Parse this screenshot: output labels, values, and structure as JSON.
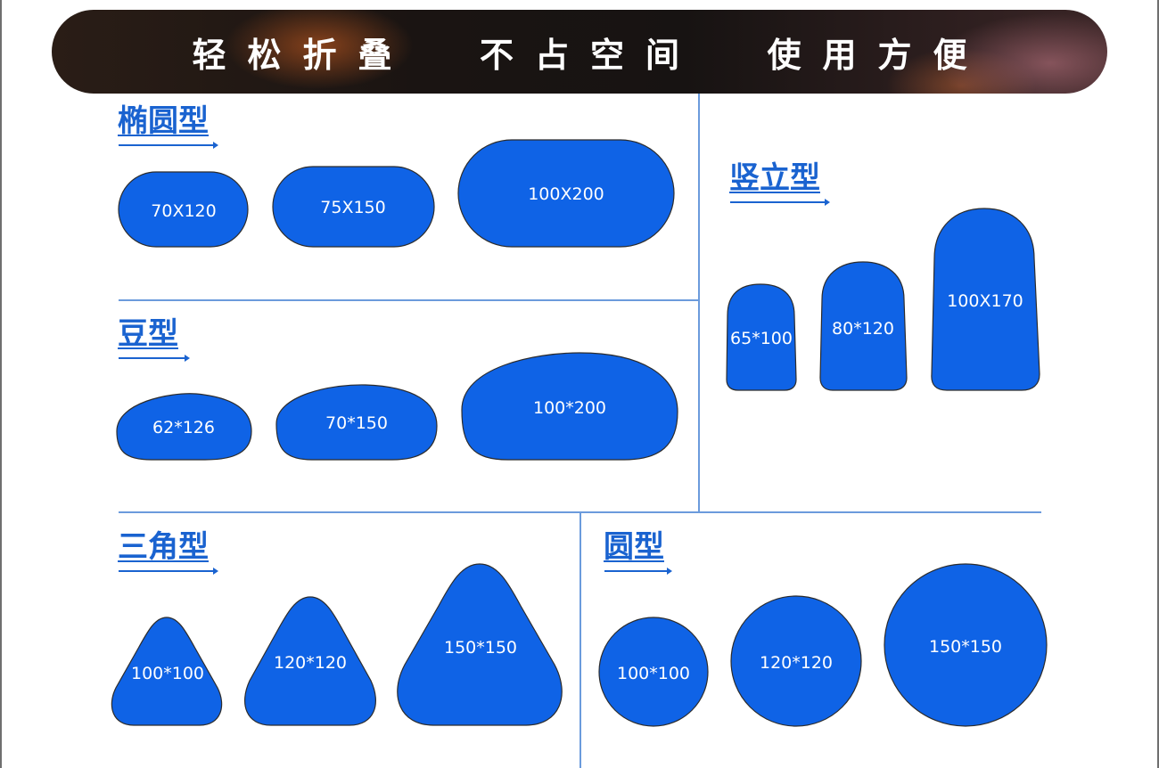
{
  "banner": {
    "text": "轻松折叠  不占空间  使用方便"
  },
  "colors": {
    "accent": "#1a63d0",
    "shape_fill": "#0f63e6",
    "divider": "#6b9bdc"
  },
  "sections": {
    "oval": {
      "title": "椭圆型",
      "sizes": [
        "70X120",
        "75X150",
        "100X200"
      ]
    },
    "bean": {
      "title": "豆型",
      "sizes": [
        "62*126",
        "70*150",
        "100*200"
      ]
    },
    "upright": {
      "title": "竖立型",
      "sizes": [
        "65*100",
        "80*120",
        "100X170"
      ]
    },
    "triangle": {
      "title": "三角型",
      "sizes": [
        "100*100",
        "120*120",
        "150*150"
      ]
    },
    "round": {
      "title": "圆型",
      "sizes": [
        "100*100",
        "120*120",
        "150*150"
      ]
    }
  }
}
